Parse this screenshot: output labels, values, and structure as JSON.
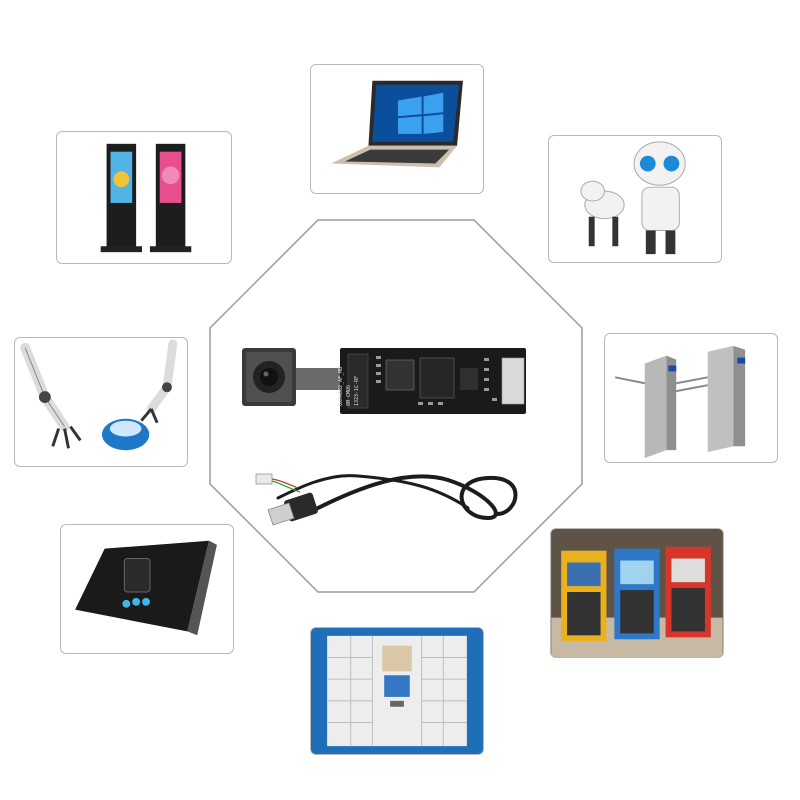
{
  "module": {
    "board_text_lines": [
      "OXM4002_AF_MB",
      "8M CMOS",
      "1323-1C-RF"
    ]
  },
  "applications": [
    "advertising-kiosk",
    "laptop",
    "robot",
    "industrial-robot-arm",
    "turnstile-gate",
    "face-recognition-terminal",
    "smart-locker",
    "self-service-kiosk"
  ],
  "colors": {
    "border": "#b9b9b9",
    "pcb": "#1a1a1a",
    "kiosk_yellow": "#e9b11e",
    "kiosk_blue": "#2e78c8",
    "kiosk_red": "#d8352a",
    "locker_bg": "#1e6fb8"
  }
}
